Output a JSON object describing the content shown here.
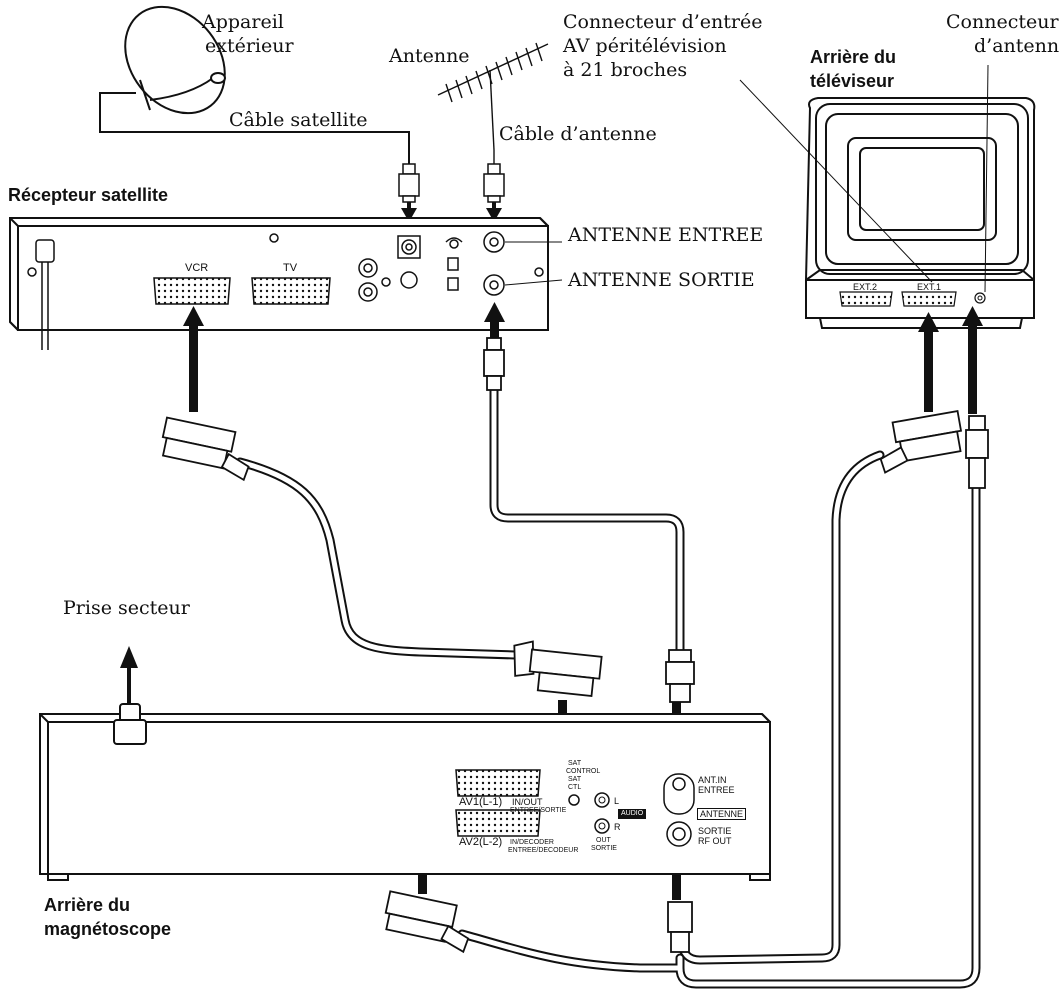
{
  "labels": {
    "appareil": "Appareil",
    "exterieur": "extérieur",
    "cable_satellite": "Câble satellite",
    "antenne": "Antenne",
    "cable_antenne": "Câble d’antenne",
    "connecteur_entree_1": "Connecteur d’entrée",
    "connecteur_entree_2": "AV péritélévision",
    "connecteur_entree_3": "à 21 broches",
    "connecteur_antenne_1": "Connecteur",
    "connecteur_antenne_2": "d’antenne",
    "arriere_tv_1": "Arrière du",
    "arriere_tv_2": "téléviseur",
    "recepteur_satellite": "Récepteur satellite",
    "antenne_entree": "ANTENNE ENTREE",
    "antenne_sortie": "ANTENNE SORTIE",
    "prise_secteur": "Prise secteur",
    "arriere_mag_1": "Arrière du",
    "arriere_mag_2": "magnétoscope"
  },
  "panel_text": {
    "vcr": "VCR",
    "tv": "TV",
    "ext2": "EXT.2",
    "ext1": "EXT.1",
    "av1": "AV1(L-1)",
    "av1_sub1": "IN/OUT",
    "av1_sub2": "ENTREE/SORTIE",
    "av2": "AV2(L-2)",
    "av2_sub1": "IN/DECODER",
    "av2_sub2": "ENTREE/DECODEUR",
    "sat1": "SAT",
    "sat2": "CONTROL",
    "sat3": "SAT",
    "sat4": "CTL",
    "l": "L",
    "r": "R",
    "audio": "AUDIO",
    "out": "OUT",
    "sortie_small": "SORTIE",
    "ant_in": "ANT.IN",
    "entree": "ENTREE",
    "antenne_box": "ANTENNE",
    "sortie_rf": "SORTIE",
    "rf_out": "RF OUT"
  }
}
